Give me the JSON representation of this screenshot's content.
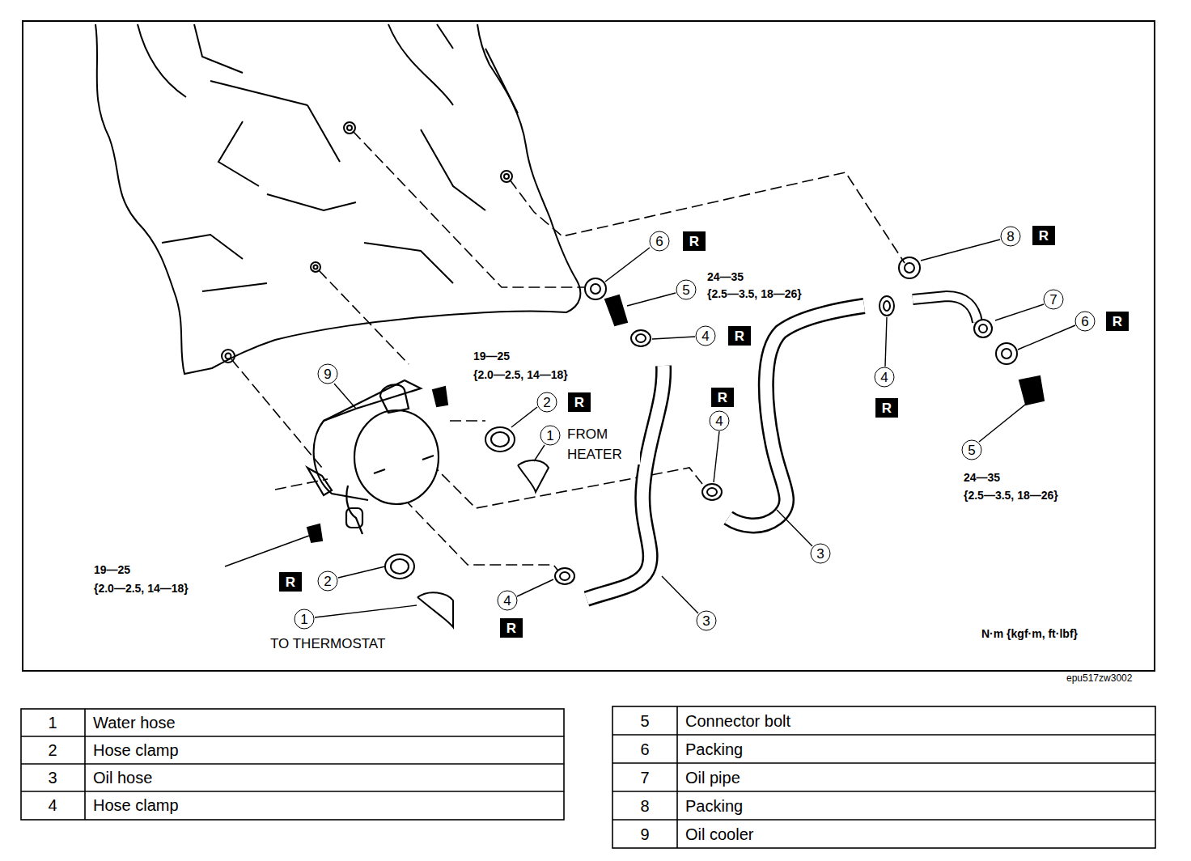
{
  "diagram": {
    "labels": [
      "6",
      "R",
      "24—35",
      "{2.5—3.5, 18—26}",
      "5",
      "8",
      "R",
      "7",
      "6",
      "R",
      "4",
      "R",
      "19—25",
      "{2.0—2.5, 14—18}",
      "9",
      "R",
      "4",
      "4",
      "R",
      "2",
      "R",
      "1",
      "FROM HEATER",
      "5",
      "24—35",
      "{2.5—3.5, 18—26}",
      "3",
      "19—25",
      "{2.0—2.5, 14—18}",
      "R",
      "2",
      "4",
      "R",
      "3",
      "1",
      "TO THERMOSTAT",
      "N·m {kgf·m, ft·lbf}",
      "epu517zw3002",
      "1",
      "Water hose",
      "2",
      "Hose clamp",
      "3",
      "Oil hose",
      "4",
      "Hose clamp",
      "5",
      "Connector bolt",
      "6",
      "Packing",
      "7",
      "Oil pipe",
      "8",
      "Packing",
      "9",
      "Oil cooler"
    ]
  }
}
